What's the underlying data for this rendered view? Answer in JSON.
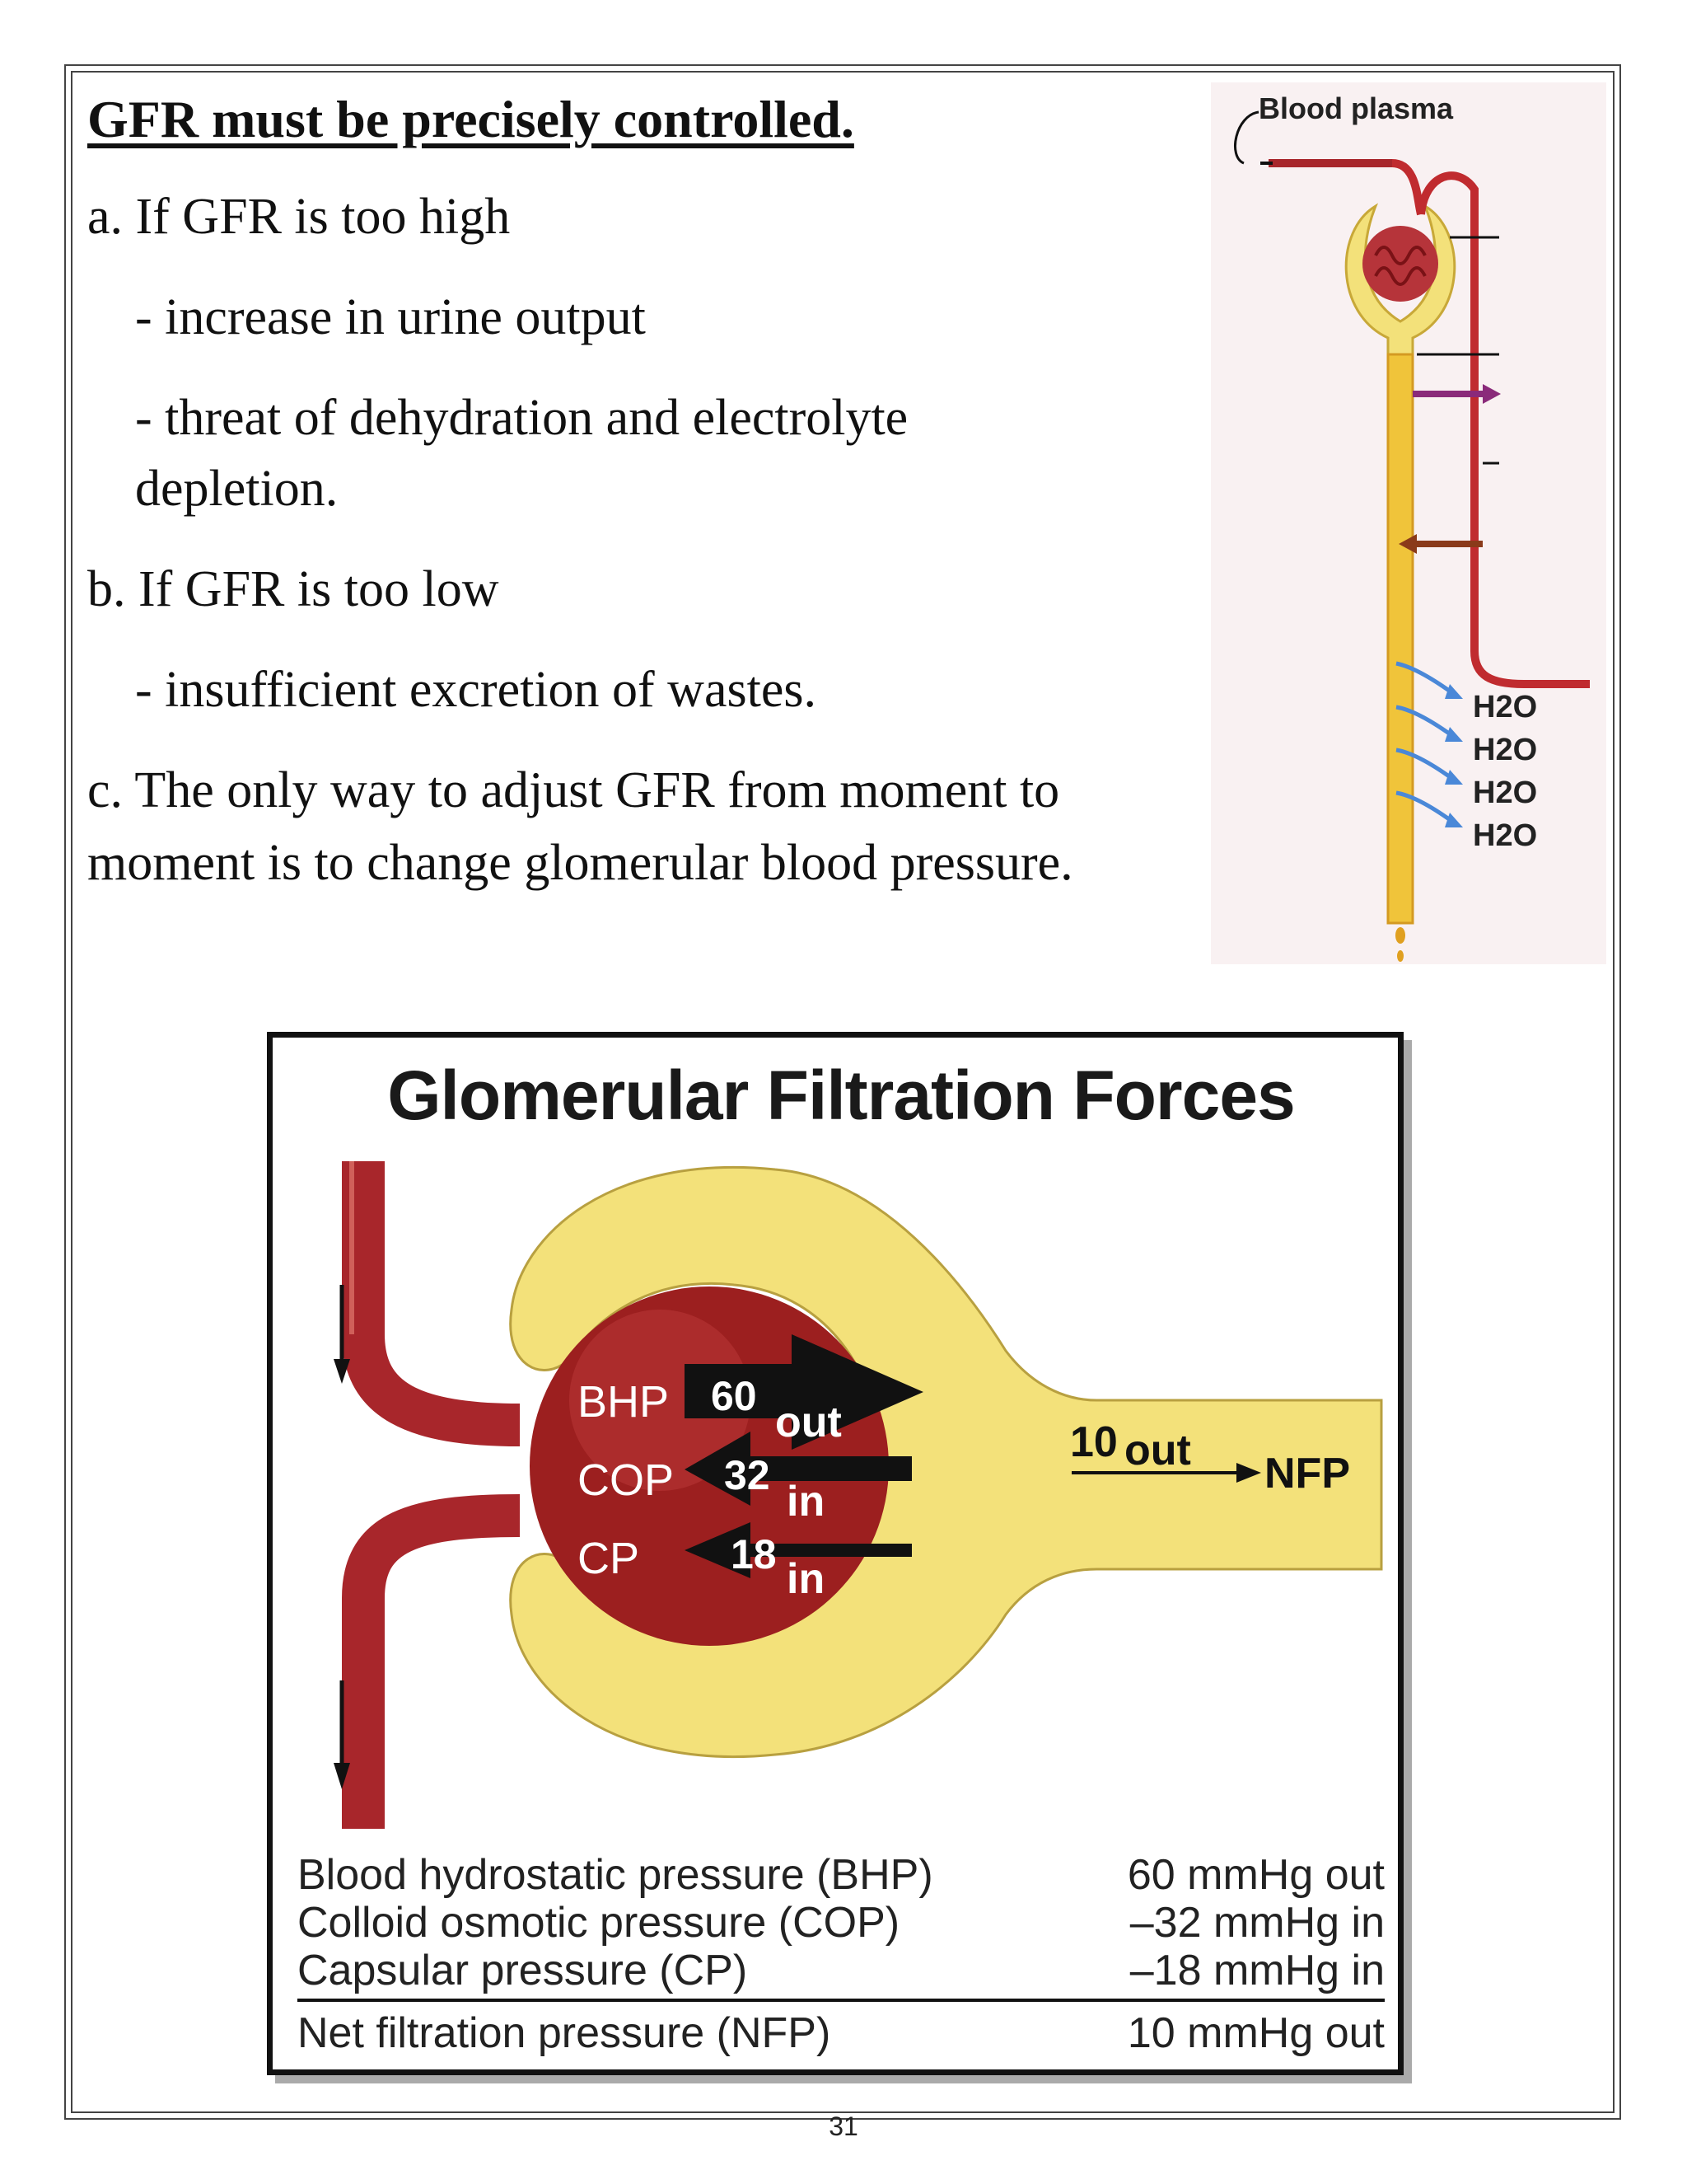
{
  "text": {
    "heading": "GFR must be precisely controlled.",
    "lines": [
      "a. If GFR is too high",
      "-  increase in urine output",
      "-  threat of dehydration and electrolyte",
      "depletion.",
      "b. If GFR is too low",
      "-  insufficient excretion of wastes.",
      "c. The only way to adjust GFR from moment to",
      "moment is to change glomerular blood pressure."
    ]
  },
  "nephron_figure": {
    "label": "Blood plasma",
    "water_labels": [
      "H2O",
      "H2O",
      "H2O",
      "H2O"
    ]
  },
  "filtration_figure": {
    "title": "Glomerular Filtration Forces",
    "forces": [
      {
        "abbr": "BHP",
        "value": "60",
        "direction": "out"
      },
      {
        "abbr": "COP",
        "value": "32",
        "direction": "in"
      },
      {
        "abbr": "CP",
        "value": "18",
        "direction": "in"
      }
    ],
    "net": {
      "value": "10",
      "direction": "out",
      "abbr": "NFP"
    },
    "legend": [
      {
        "label": "Blood hydrostatic pressure (BHP)",
        "value": "60 mmHg out"
      },
      {
        "label": "Colloid osmotic pressure (COP)",
        "value": "–32 mmHg in"
      },
      {
        "label": "Capsular pressure (CP)",
        "value": "–18 mmHg in"
      },
      {
        "label": "Net filtration pressure (NFP)",
        "value": "10 mmHg out"
      }
    ]
  },
  "footer": {
    "page_number": "31"
  },
  "colors": {
    "capsule_yellow": "#f3e17a",
    "tubule_yellow": "#f0c43a",
    "vessel_red": "#a8262b",
    "glomerulus_red": "#9c1f1f",
    "water_arrow": "#4a88d8",
    "purple_arrow": "#8a2a7a"
  }
}
